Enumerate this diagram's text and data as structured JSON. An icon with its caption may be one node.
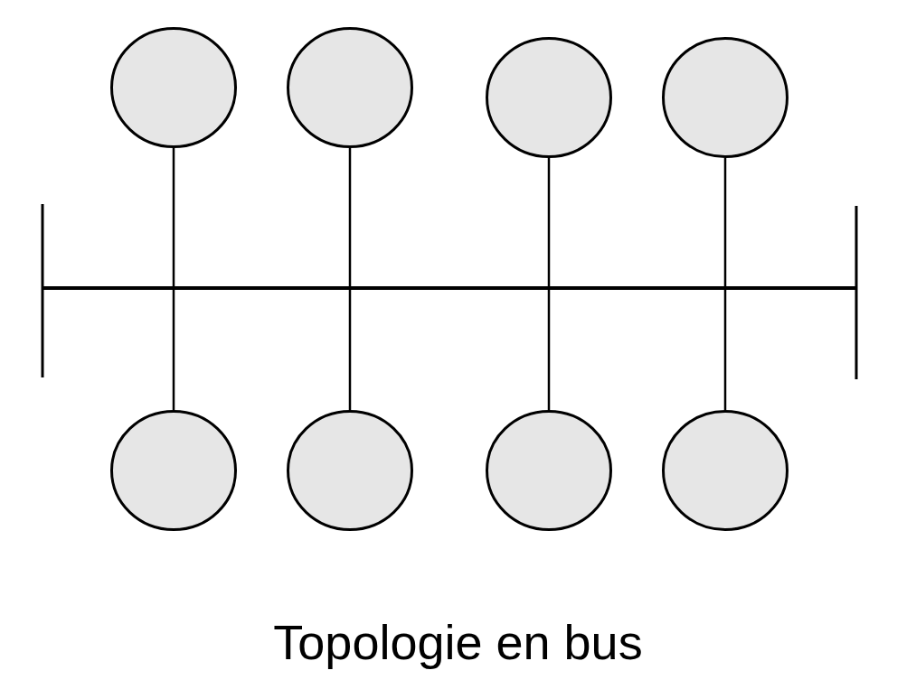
{
  "diagram": {
    "caption": "Topologie en bus",
    "nodes": [
      {
        "text": [],
        "shape": "circle"
      },
      {
        "text": [],
        "shape": "circle"
      },
      {
        "text": [],
        "shape": "circle"
      },
      {
        "text": [],
        "shape": "circle"
      },
      {
        "text": [],
        "shape": "bar"
      },
      {
        "text": [],
        "shape": "circle"
      },
      {
        "text": [],
        "shape": "circle"
      },
      {
        "text": [],
        "shape": "circle"
      },
      {
        "text": [],
        "shape": "circle"
      }
    ],
    "edges": [
      {
        "from": 0,
        "to": 4,
        "arrow": "none"
      },
      {
        "from": 1,
        "to": 4,
        "arrow": "none"
      },
      {
        "from": 2,
        "to": 4,
        "arrow": "none"
      },
      {
        "from": 3,
        "to": 4,
        "arrow": "none"
      },
      {
        "from": 5,
        "to": 4,
        "arrow": "none"
      },
      {
        "from": 6,
        "to": 4,
        "arrow": "none"
      },
      {
        "from": 7,
        "to": 4,
        "arrow": "none"
      },
      {
        "from": 8,
        "to": 4,
        "arrow": "none"
      }
    ]
  }
}
